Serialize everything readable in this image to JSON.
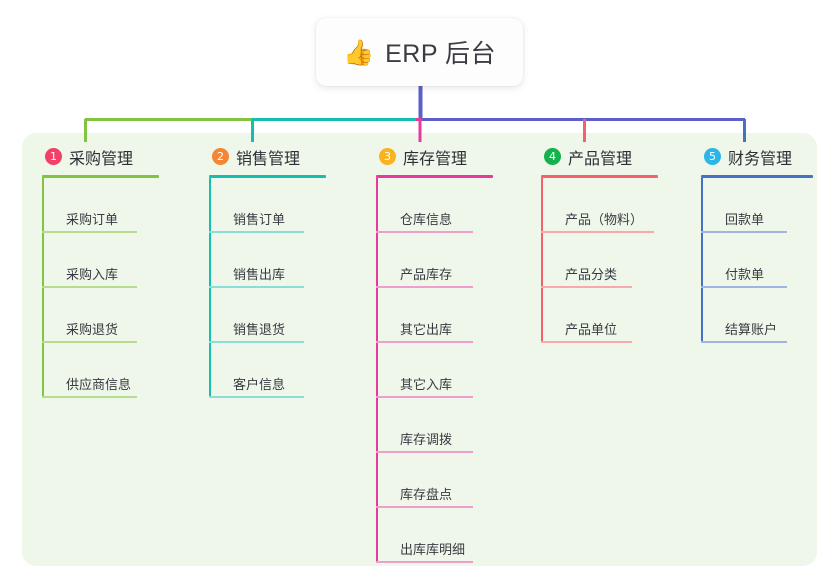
{
  "root": {
    "icon": "thumbs-up-icon",
    "emoji": "👍",
    "title": "ERP 后台"
  },
  "panel": {
    "background_color": "#eef7e9"
  },
  "connector_colors": {
    "segment_1": "#82c341",
    "segment_2": "#15bfb0",
    "segment_3": "#e8399c",
    "segment_4": "#5b5fc7",
    "segment_5": "#f4616b",
    "segment_6": "#4472c4",
    "root_stem": "#5b5fc7"
  },
  "columns": [
    {
      "index": "1",
      "badge_number": "1",
      "badge_color": "#f24168",
      "title": "采购管理",
      "line_color": "#82c341",
      "leaf_line_color": "#b6dd8e",
      "head_rule_width": 117,
      "leaf_rule_width": 95,
      "leaves": [
        "采购订单",
        "采购入库",
        "采购退货",
        "供应商信息"
      ]
    },
    {
      "index": "2",
      "badge_number": "2",
      "badge_color": "#f58634",
      "title": "销售管理",
      "line_color": "#15bfb0",
      "leaf_line_color": "#8bded6",
      "head_rule_width": 117,
      "leaf_rule_width": 95,
      "leaves": [
        "销售订单",
        "销售出库",
        "销售退货",
        "客户信息"
      ]
    },
    {
      "index": "3",
      "badge_number": "3",
      "badge_color": "#f9b322",
      "title": "库存管理",
      "line_color": "#e8399c",
      "leaf_line_color": "#f09ecb",
      "head_rule_width": 117,
      "leaf_rule_width": 97,
      "leaves": [
        "仓库信息",
        "产品库存",
        "其它出库",
        "其它入库",
        "库存调拨",
        "库存盘点",
        "出库库明细"
      ]
    },
    {
      "index": "4",
      "badge_number": "4",
      "badge_color": "#13b24b",
      "title": "产品管理",
      "line_color": "#f4616b",
      "leaf_line_color": "#f9a9ac",
      "head_rule_width": 117,
      "leaf_rule_width": 113,
      "leaves": [
        "产品（物料）",
        "产品分类",
        "产品单位"
      ]
    },
    {
      "index": "5",
      "badge_number": "5",
      "badge_color": "#29b6e8",
      "title": "财务管理",
      "line_color": "#4472c4",
      "leaf_line_color": "#9db6e2",
      "head_rule_width": 112,
      "leaf_rule_width": 86,
      "leaves": [
        "回款单",
        "付款单",
        "结算账户"
      ]
    }
  ]
}
